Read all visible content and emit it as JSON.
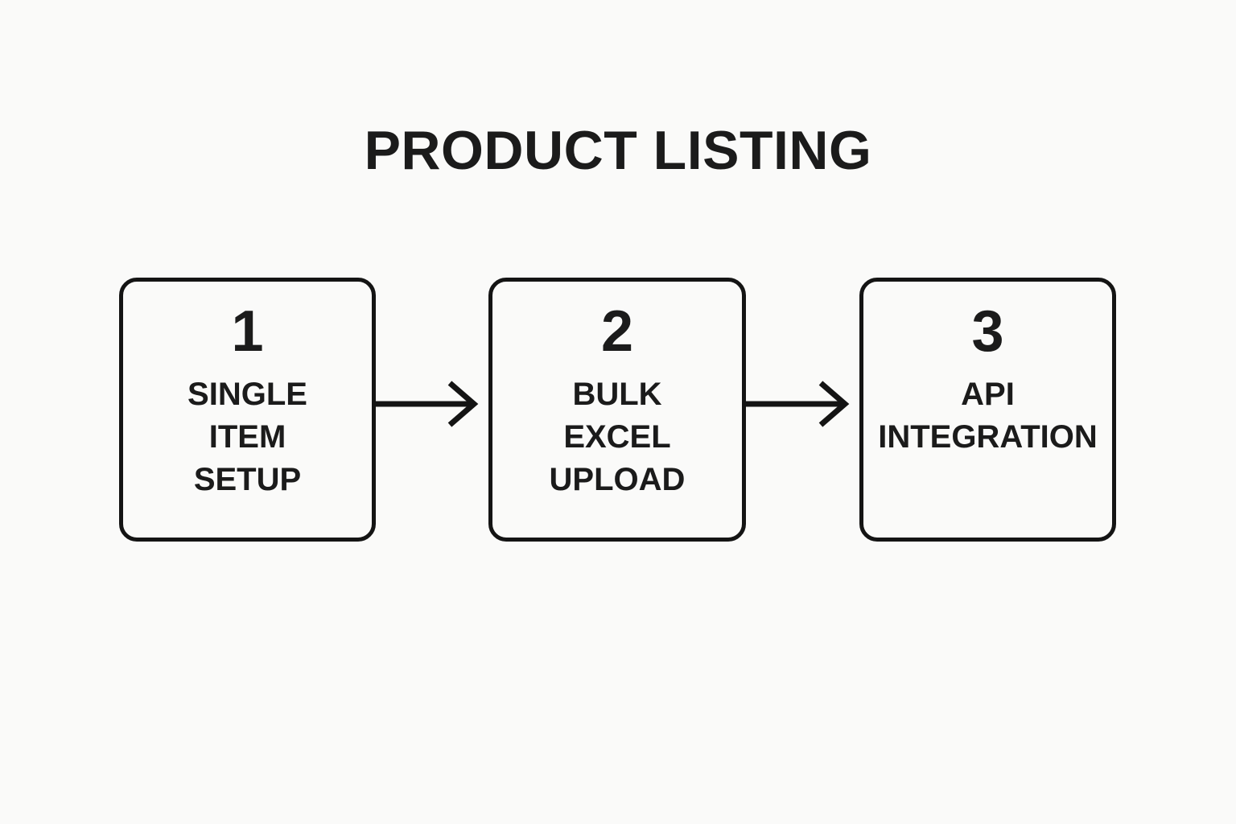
{
  "title": "PRODUCT LISTING",
  "steps": [
    {
      "number": "1",
      "label": "SINGLE\nITEM\nSETUP"
    },
    {
      "number": "2",
      "label": "BULK\nEXCEL\nUPLOAD"
    },
    {
      "number": "3",
      "label": "API\nINTEGRATION"
    }
  ],
  "icons": [
    {
      "name": "arrow-right-icon"
    },
    {
      "name": "arrow-right-icon"
    }
  ],
  "colors": {
    "background": "#fafaf9",
    "ink": "#161616",
    "border": "#141414"
  }
}
